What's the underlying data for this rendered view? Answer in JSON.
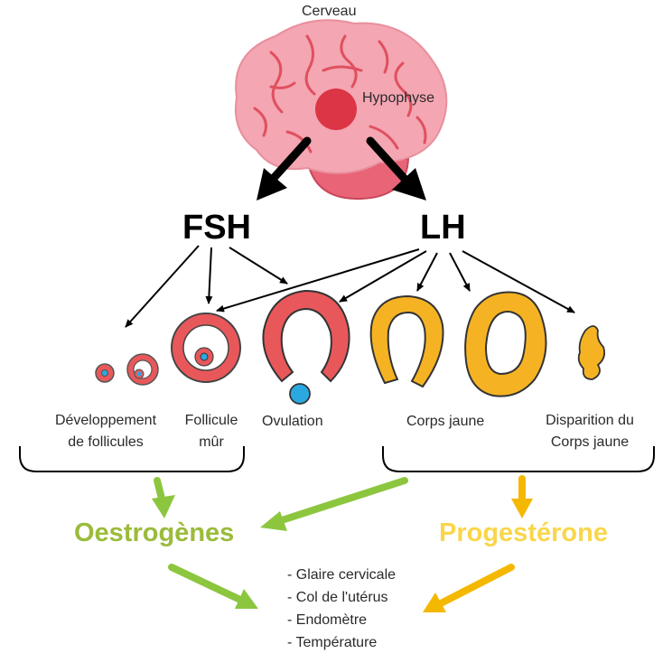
{
  "labels": {
    "brain": "Cerveau",
    "pituitary": "Hypophyse",
    "fsh": "FSH",
    "lh": "LH",
    "stage_development_line1": "Développement",
    "stage_development_line2": "de follicules",
    "stage_mature_line1": "Follicule",
    "stage_mature_line2": "mûr",
    "stage_ovulation": "Ovulation",
    "stage_corpus_luteum": "Corps jaune",
    "stage_disappearance_line1": "Disparition du",
    "stage_disappearance_line2": "Corps jaune",
    "estrogens": "Oestrogènes",
    "progesterone": "Progestérone"
  },
  "effects": [
    "- Glaire cervicale",
    "- Col de l'utérus",
    "- Endomètre",
    "- Température"
  ],
  "colors": {
    "brain": "#f4a6b2",
    "brain_lines": "#e0505f",
    "pituitary": "#dc3545",
    "follicle": "#e8585b",
    "egg": "#29a9e0",
    "corpus_luteum": "#f5b324",
    "estrogens": "#9bbb3b",
    "estrogen_arrow": "#8cc63f",
    "progesterone": "#f9d64a",
    "progesterone_arrow": "#f5b800"
  }
}
